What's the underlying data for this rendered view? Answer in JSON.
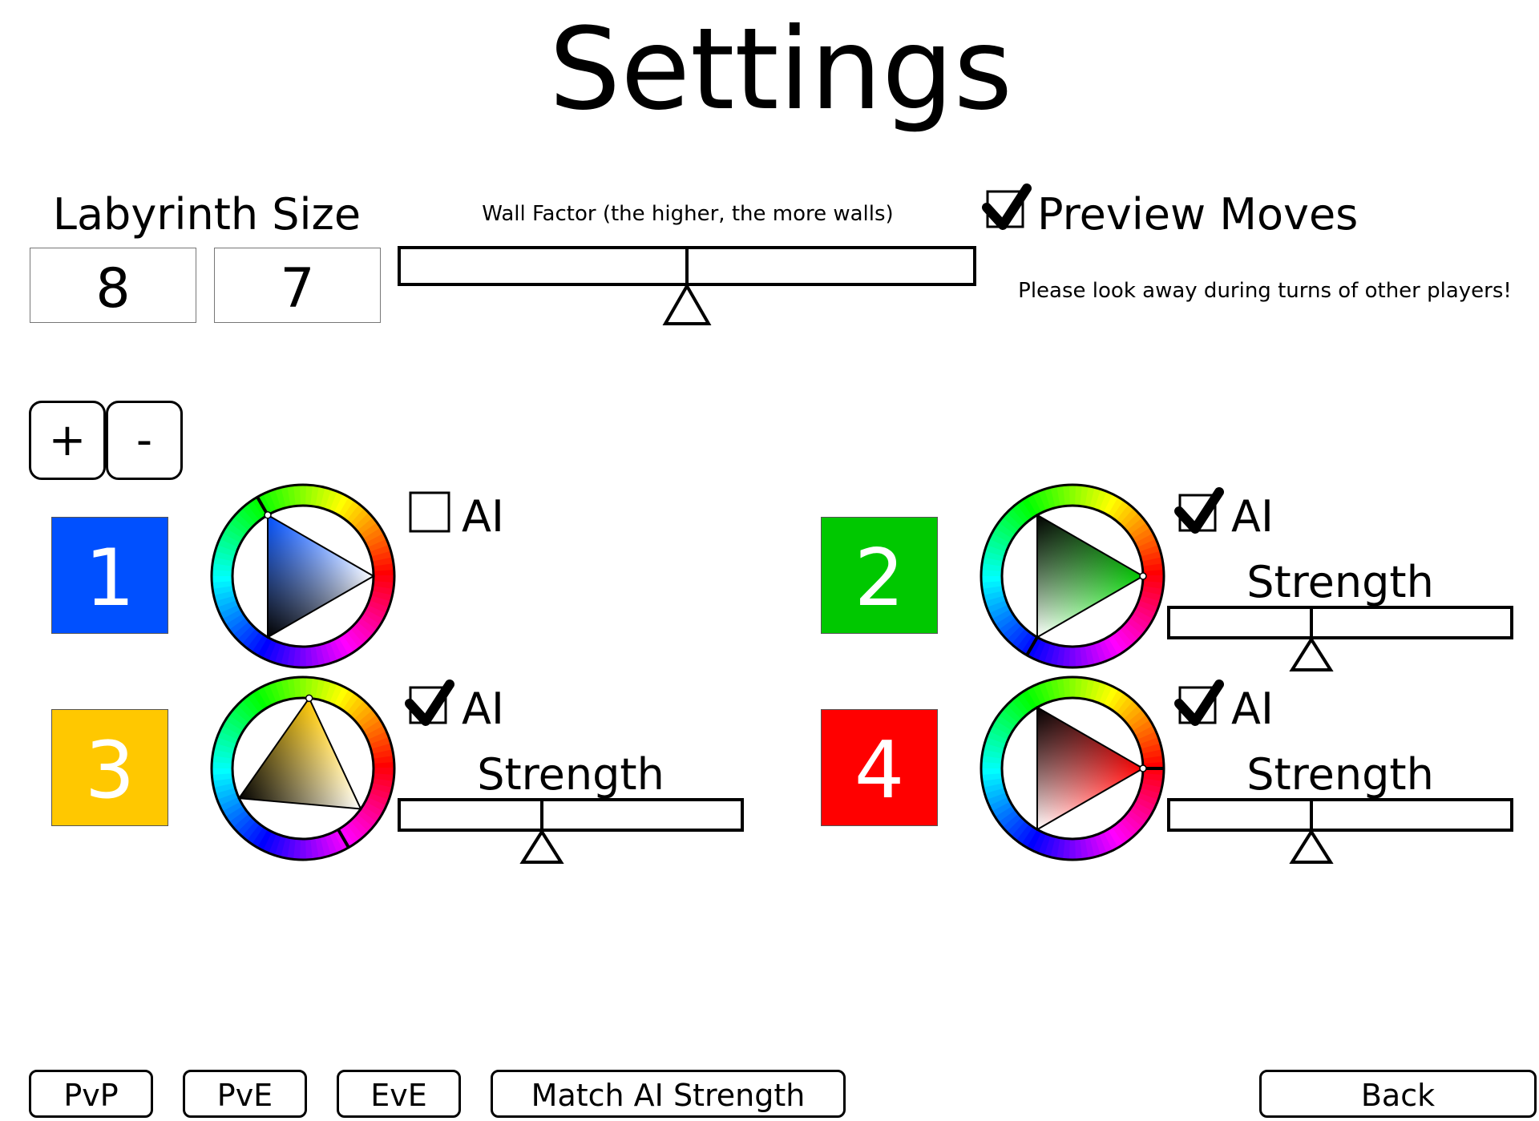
{
  "header": {
    "title": "Settings"
  },
  "labyrinth": {
    "label": "Labyrinth Size",
    "width": "8",
    "height": "7"
  },
  "wall_factor": {
    "label": "Wall Factor (the higher, the more walls)",
    "value": 0.5
  },
  "preview": {
    "label": "Preview Moves",
    "checked": true,
    "note": "Please look away during turns of other players!"
  },
  "player_controls": {
    "add_label": "+",
    "remove_label": "-"
  },
  "players": [
    {
      "number": "1",
      "color": "#0050FF",
      "ai_label": "AI",
      "ai": false
    },
    {
      "number": "2",
      "color": "#00C800",
      "ai_label": "AI",
      "ai": true,
      "strength_label": "Strength",
      "strength": 0.5
    },
    {
      "number": "3",
      "color": "#FFC800",
      "ai_label": "AI",
      "ai": true,
      "strength_label": "Strength",
      "strength": 0.5
    },
    {
      "number": "4",
      "color": "#FF0000",
      "ai_label": "AI",
      "ai": true,
      "strength_label": "Strength",
      "strength": 0.5
    }
  ],
  "footer": {
    "pvp_label": "PvP",
    "pve_label": "PvE",
    "eve_label": "EvE",
    "match_label": "Match AI Strength",
    "back_label": "Back"
  }
}
